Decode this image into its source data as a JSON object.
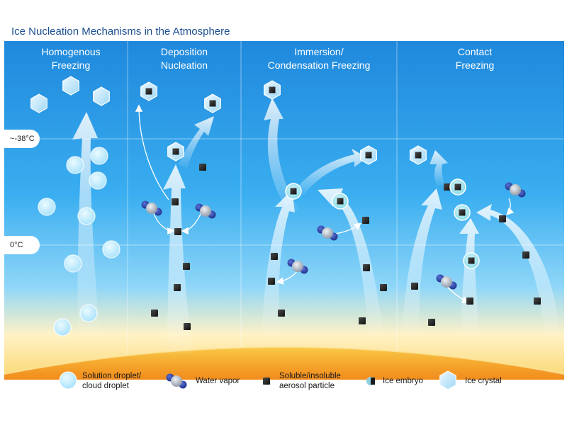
{
  "title": "Ice Nucleation Mechanisms in the Atmosphere",
  "columns": [
    {
      "line1": "Homogenous",
      "line2": "Freezing"
    },
    {
      "line1": "Deposition",
      "line2": "Nucleation"
    },
    {
      "line1": "Immersion/",
      "line2": "Condensation Freezing"
    },
    {
      "line1": "Contact",
      "line2": "Freezing"
    }
  ],
  "temperatures": {
    "upper": "~-38°C",
    "lower": "0°C"
  },
  "legend": {
    "droplet": {
      "line1": "Solution droplet/",
      "line2": "cloud droplet",
      "icon": "droplet-icon"
    },
    "vapor": {
      "label": "Water vapor",
      "icon": "water-vapor-molecule-icon"
    },
    "aerosol": {
      "line1": "Soluble/insoluble",
      "line2": "aerosol particle",
      "icon": "aerosol-particle-icon"
    },
    "embryo": {
      "label": "Ice embryo",
      "icon": "ice-embryo-icon"
    },
    "crystal": {
      "label": "Ice crystal",
      "icon": "ice-crystal-icon"
    }
  },
  "colors": {
    "sky_top": "#1f8fe0",
    "sky_mid": "#5cc0f2",
    "ground_glow": "#f7c14a",
    "ground_edge": "#f08a1c",
    "aerosol": "#2b2b2b",
    "vapor_blue": "#2a3f9c",
    "vapor_gray": "#b8bfc9",
    "droplet": "#cdeefd"
  }
}
